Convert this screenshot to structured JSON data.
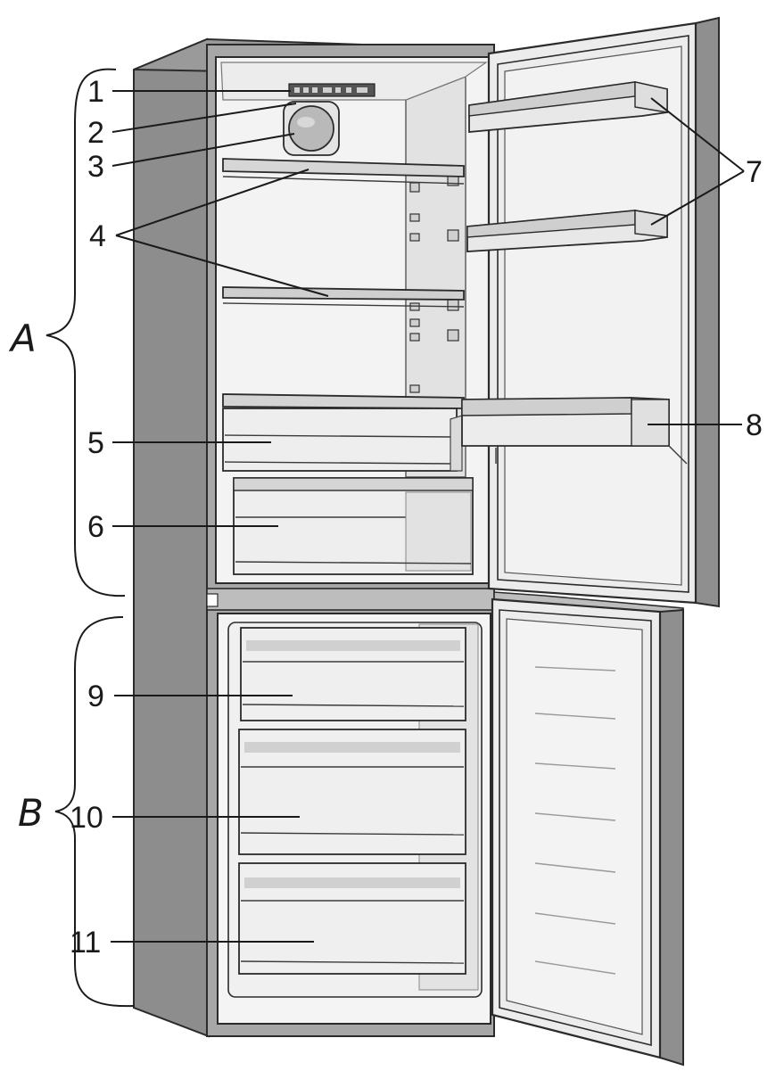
{
  "sections": [
    {
      "id": "A",
      "label": "A"
    },
    {
      "id": "B",
      "label": "B"
    }
  ],
  "callouts": [
    "1",
    "2",
    "3",
    "4",
    "5",
    "6",
    "7",
    "8",
    "9",
    "10",
    "11"
  ],
  "colors": {
    "cabinet_side": "#8a8a8a",
    "cabinet_front": "#a6a6a6",
    "interior": "#f2f2f2",
    "interior_wall": "#e2e2e2",
    "glass_shelf": "#d4d4d4",
    "door_panel": "#ededed",
    "ink": "#1a1a1a"
  }
}
